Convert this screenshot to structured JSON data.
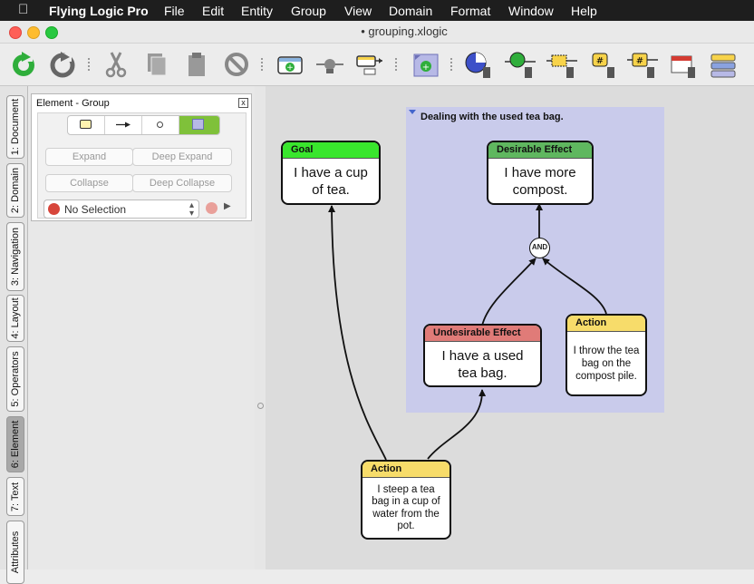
{
  "menubar": {
    "app_name": "Flying Logic Pro",
    "items": [
      "File",
      "Edit",
      "Entity",
      "Group",
      "View",
      "Domain",
      "Format",
      "Window",
      "Help"
    ]
  },
  "window": {
    "title": "• grouping.xlogic"
  },
  "colors": {
    "goal": "#39e62d",
    "desirable": "#5fb75f",
    "undesirable": "#e07b78",
    "action": "#f7dc6a",
    "group_fill": "#c9cbeb",
    "accent_green": "#7fc13a"
  },
  "toolbar": {
    "icons": [
      "redo-refresh-icon",
      "undo-icon",
      "cut-icon",
      "copy-icon",
      "paste-icon",
      "delete-icon",
      "new-entity-icon",
      "new-junctor-icon",
      "insert-entity-icon",
      "new-group-icon",
      "confidence-spinner-icon",
      "edge-weight-icon",
      "toggle-edge-icon",
      "entity-number-icon",
      "edge-number-icon",
      "calendar-icon",
      "group-style-icon"
    ]
  },
  "sidebar": {
    "tabs": [
      "1: Document",
      "2: Domain",
      "3: Navigation",
      "4: Layout",
      "5: Operators",
      "6: Element",
      "7: Text",
      "Attributes"
    ],
    "active_tab": "6: Element"
  },
  "inspector": {
    "title": "Element - Group",
    "close": "x",
    "expand": "Expand",
    "deep_expand": "Deep Expand",
    "collapse": "Collapse",
    "deep_collapse": "Deep Collapse",
    "selection": "No Selection"
  },
  "diagram": {
    "group": {
      "title": "Dealing with the used tea bag."
    },
    "nodes": {
      "goal": {
        "class": "Goal",
        "text": "I have a cup of tea."
      },
      "desirable": {
        "class": "Desirable Effect",
        "text": "I have more compost."
      },
      "undesirable": {
        "class": "Undesirable Effect",
        "text": "I have a used tea bag."
      },
      "action_throw": {
        "class": "Action",
        "text": "I throw the tea bag on the compost pile."
      },
      "action_steep": {
        "class": "Action",
        "text": "I steep a tea bag in a cup of water from the pot."
      }
    },
    "junctor": {
      "label": "AND"
    }
  }
}
